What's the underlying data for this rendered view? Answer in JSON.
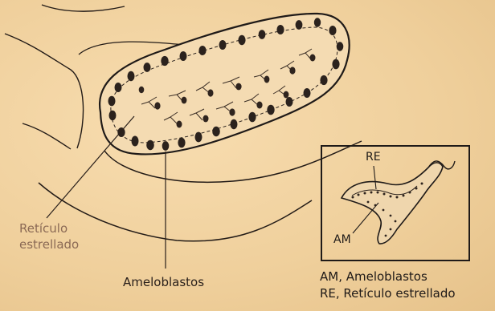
{
  "labels": {
    "reticulo_line1": "Retículo",
    "reticulo_line2": "estrellado",
    "ameloblastos": "Ameloblastos"
  },
  "inset": {
    "re_label": "RE",
    "am_label": "AM",
    "legend_line1": "AM, Ameloblastos",
    "legend_line2": "RE, Retículo estrellado"
  },
  "colors": {
    "paper": "#f2d3a0",
    "ink": "#1f1a18",
    "muted_label": "#8b6a55"
  }
}
